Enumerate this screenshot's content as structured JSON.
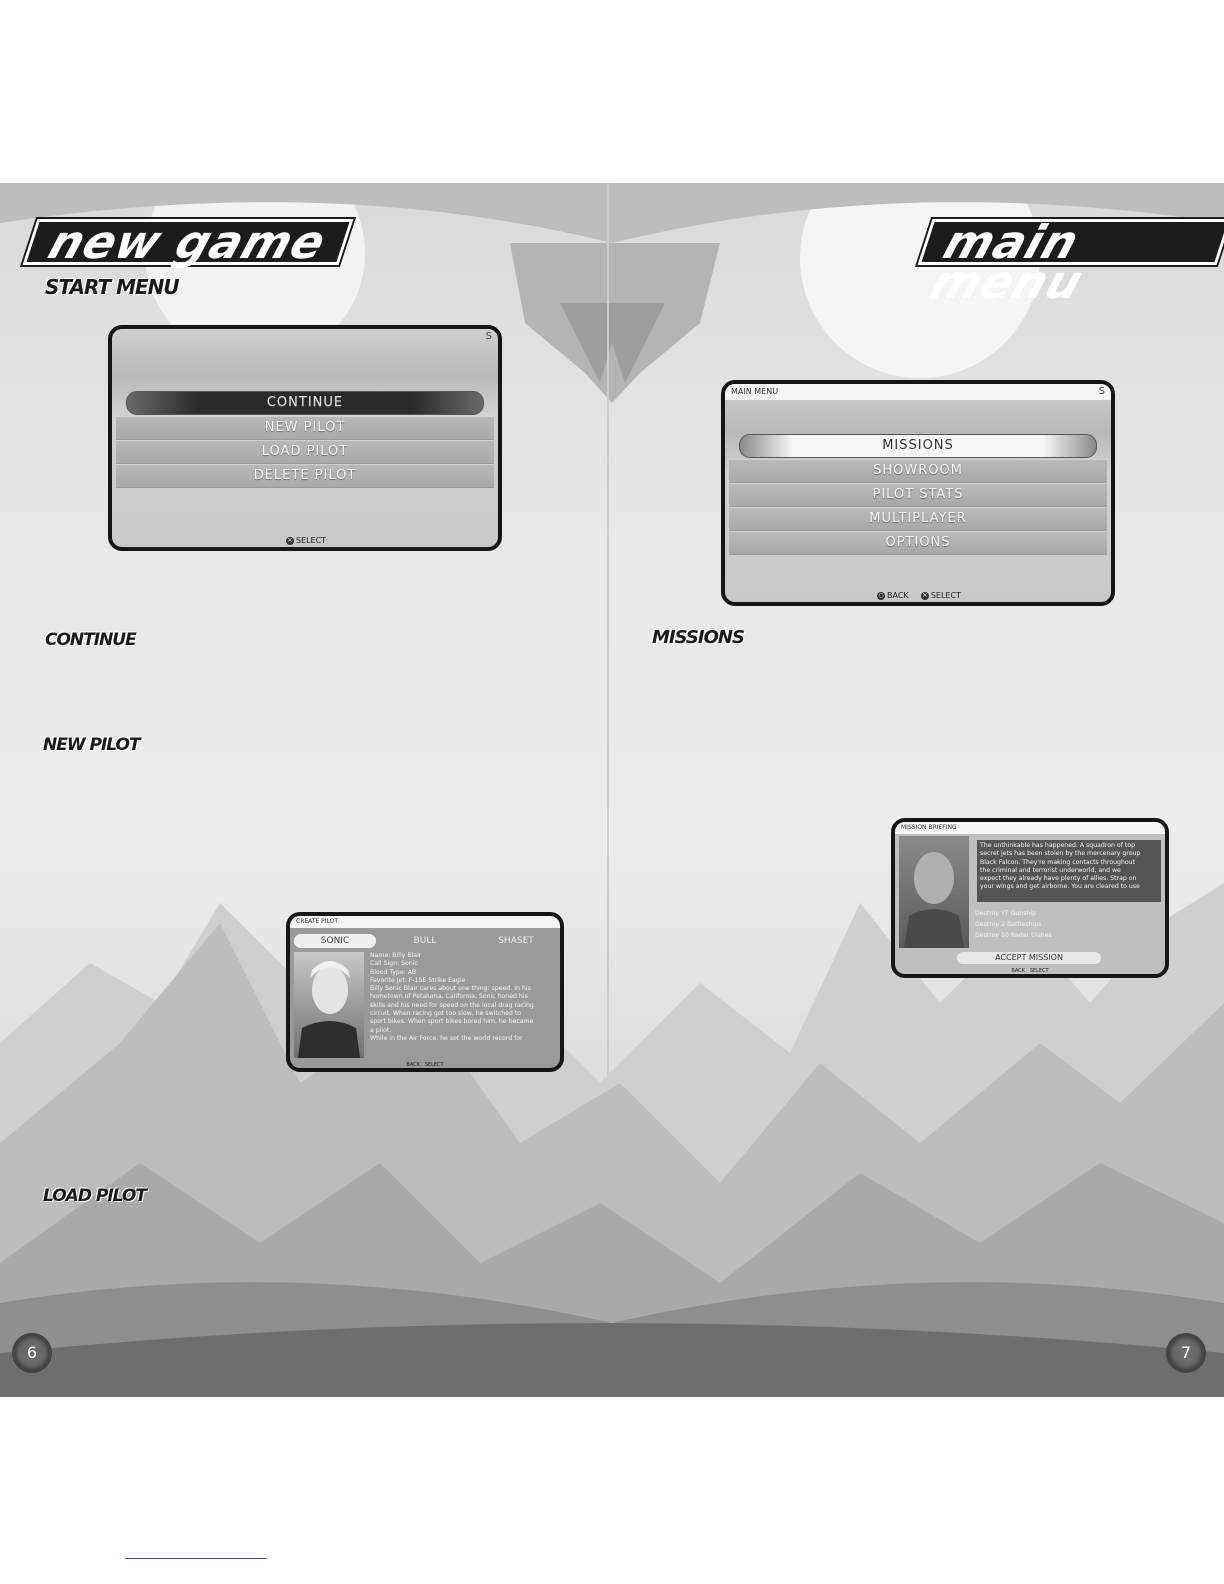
{
  "spread": {
    "left_title": "new game",
    "right_title": "main menu",
    "left_page_number": "6",
    "right_page_number": "7"
  },
  "sections": {
    "start_menu": "START MENU",
    "continue": "CONTINUE",
    "new_pilot": "NEW PILOT",
    "missions": "MISSIONS",
    "load_pilot": "LOAD PILOT"
  },
  "start_screen": {
    "items": [
      "CONTINUE",
      "NEW PILOT",
      "LOAD PILOT",
      "DELETE PILOT"
    ],
    "selected_index": 0,
    "footer": "SELECT"
  },
  "main_menu_screen": {
    "header": "MAIN MENU",
    "items": [
      "MISSIONS",
      "SHOWROOM",
      "PILOT STATS",
      "MULTIPLAYER",
      "OPTIONS"
    ],
    "selected_index": 0,
    "footer_back": "BACK",
    "footer_select": "SELECT"
  },
  "pilot_screen": {
    "header": "CREATE PILOT",
    "tabs": [
      "SONIC",
      "BULL",
      "SHASET"
    ],
    "selected_tab": 0,
    "bio_lines": [
      "Name: Billy Blair",
      "Call Sign: Sonic",
      "Blood Type: AB",
      "Favorite Jet: F-15E Strike Eagle",
      "Billy Sonic Blair cares about one thing: speed. In his",
      "hometown of Petaluma, California, Sonic honed his",
      "skills and his need for speed on the local drag racing",
      "circuit. When racing got too slow, he switched to",
      "sport bikes. When sport bikes bored him, he became",
      "a pilot.",
      "While in the Air Force, he set the world record for"
    ],
    "footer_back": "BACK",
    "footer_select": "SELECT"
  },
  "mission_screen": {
    "header": "MISSION BRIEFING",
    "briefing_lines": [
      "The unthinkable has happened. A squadron of top",
      "secret jets has been stolen by the mercenary group",
      "Black Falcon. They're making contacts throughout",
      "the criminal and terrorist underworld, and we",
      "expect they already have plenty of allies. Strap on",
      "your wings and get airborne. You are cleared to use"
    ],
    "objectives": [
      "Destroy YT Gunship",
      "Destroy 2 Battleships",
      "Destroy 10 Radar Dishes"
    ],
    "accept_label": "ACCEPT MISSION",
    "footer_back": "BACK",
    "footer_select": "SELECT"
  }
}
